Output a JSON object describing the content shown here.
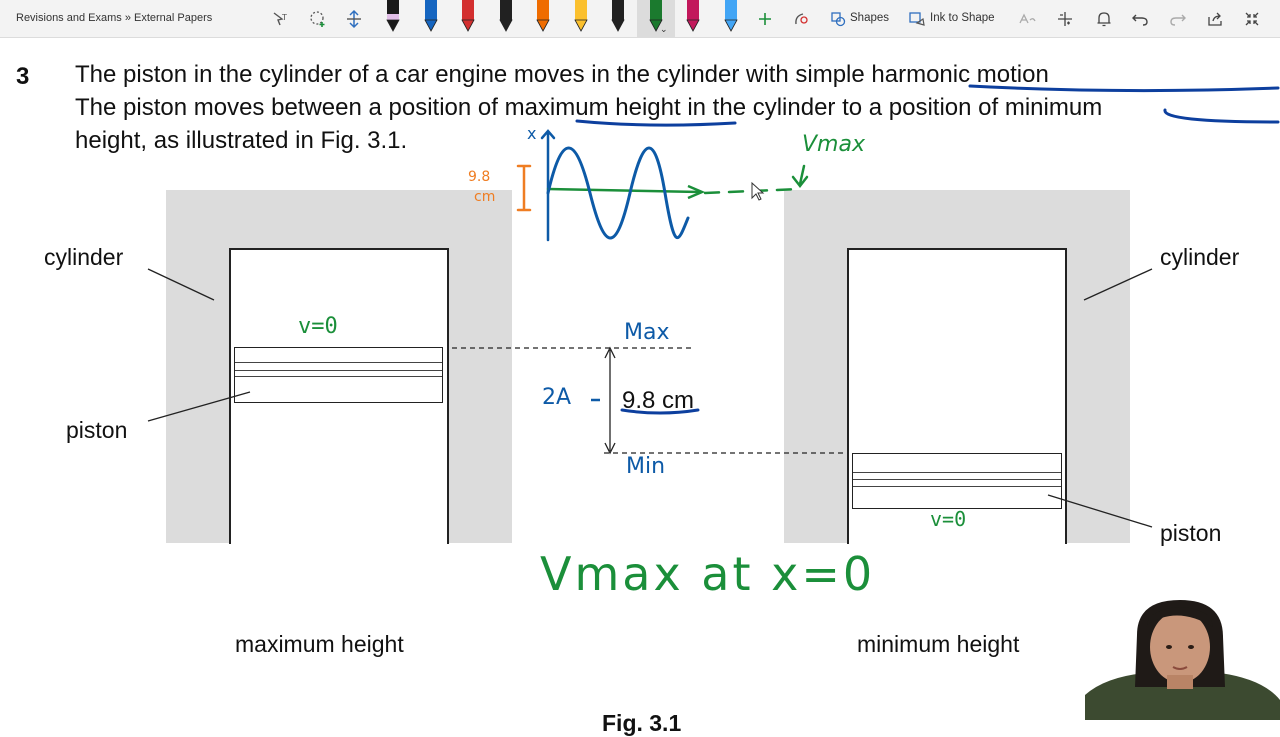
{
  "toolbar": {
    "breadcrumb": "Revisions and Exams » External Papers",
    "shapes_label": "Shapes",
    "ink_to_shape_label": "Ink to Shape",
    "pen_colors": [
      "#1a1a1a",
      "#1565c0",
      "#d32f2f",
      "#212121",
      "#ef6c00",
      "#fbc02d",
      "#212121",
      "#1b7a2e",
      "#c2185b",
      "#42a5f5"
    ],
    "pen_tip_bands": [
      "#e1bee7",
      "",
      "",
      "",
      "",
      "",
      "",
      "",
      "",
      ""
    ]
  },
  "question": {
    "number": "3",
    "line1_pre": "The piston in the cylinder of a car engine moves in the cylinder with ",
    "line1_highlight": "simple harmonic motion",
    "line2_a": "The piston moves between a position of ",
    "line2_highlight": "maximum height",
    "line2_b": " in the cylinder to a position of ",
    "line2_c": "minimum",
    "line3": "height, as illustrated in Fig. 3.1."
  },
  "figure": {
    "label_cylinder_left": "cylinder",
    "label_cylinder_right": "cylinder",
    "label_piston_left": "piston",
    "label_piston_right": "piston",
    "distance": "9.8 cm",
    "caption_left": "maximum height",
    "caption_right": "minimum height",
    "fig_title": "Fig. 3.1"
  },
  "annotations": {
    "v0_left": "v=0",
    "v0_right": "v=0",
    "max": "Max",
    "min": "Min",
    "two_a": "2A",
    "vmax_top": "Vmax",
    "vmax_bottom": "Vmax at x=0",
    "axis_x": "x",
    "orange_value": "9.8",
    "orange_unit": "cm",
    "colors": {
      "green": "#1b8f3a",
      "blue": "#0d5aa7",
      "orange": "#ef7d22",
      "underline": "#0d3f9e"
    }
  }
}
